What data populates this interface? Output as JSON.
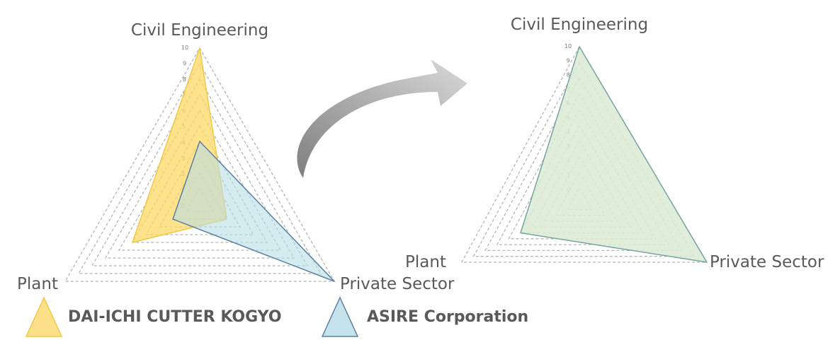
{
  "chart_data": [
    {
      "type": "radar",
      "axes": [
        "Civil Engineering",
        "Private Sector",
        "Plant"
      ],
      "ticks": [
        "0",
        "1",
        "2",
        "3",
        "4",
        "5",
        "6",
        "7",
        "8",
        "9",
        "10"
      ],
      "range": [
        0,
        10
      ],
      "series": [
        {
          "name": "DAI-ICHI CUTTER KOGYO",
          "values": [
            10,
            2,
            5
          ],
          "fill": "#ffd966",
          "fill_opacity": 0.75,
          "stroke": "#f2c744"
        },
        {
          "name": "ASIRE Corporation",
          "values": [
            4,
            10,
            2
          ],
          "fill": "#b7dde5",
          "fill_opacity": 0.6,
          "stroke": "#5b7fa6"
        }
      ],
      "grid": true
    },
    {
      "type": "radar",
      "axes": [
        "Civil Engineering",
        "Private Sector",
        "Plant"
      ],
      "ticks": [
        "0",
        "1",
        "2",
        "3",
        "4",
        "5",
        "6",
        "7",
        "8",
        "9",
        "10"
      ],
      "range": [
        0,
        10
      ],
      "series": [
        {
          "name": "",
          "values": [
            10,
            10,
            5
          ],
          "fill": "#d9ead3",
          "fill_opacity": 0.85,
          "stroke": "#76a5a0"
        }
      ],
      "grid": true
    }
  ],
  "legend": [
    {
      "label": "DAI-ICHI CUTTER KOGYO",
      "fill": "#ffe08a",
      "stroke": "#f2c744"
    },
    {
      "label": "ASIRE Corporation",
      "fill": "#c5e3ea",
      "stroke": "#5b7fa6"
    }
  ],
  "arrow": {
    "color": "#a6a6a6"
  }
}
